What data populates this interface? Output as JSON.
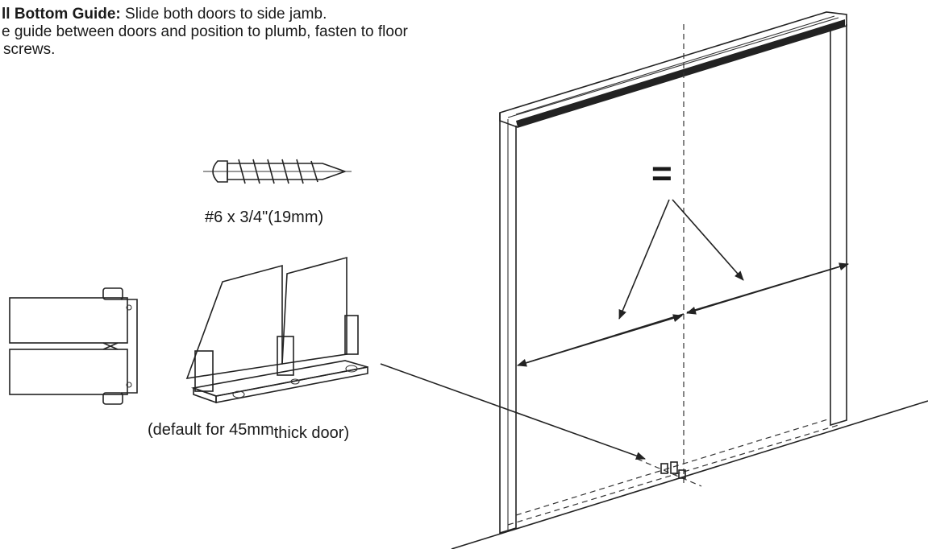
{
  "instructions": {
    "line1_bold": "ll Bottom Guide:",
    "line1_rest": " Slide both doors to side jamb.",
    "line2": "e guide between doors and position to plumb, fasten to floor",
    "line3": "screws."
  },
  "labels": {
    "screw_spec": "#6 x 3/4\"(19mm)",
    "guide_note_a": "(default for 45mm",
    "guide_note_b": "thick door)",
    "equal_sign": "="
  }
}
